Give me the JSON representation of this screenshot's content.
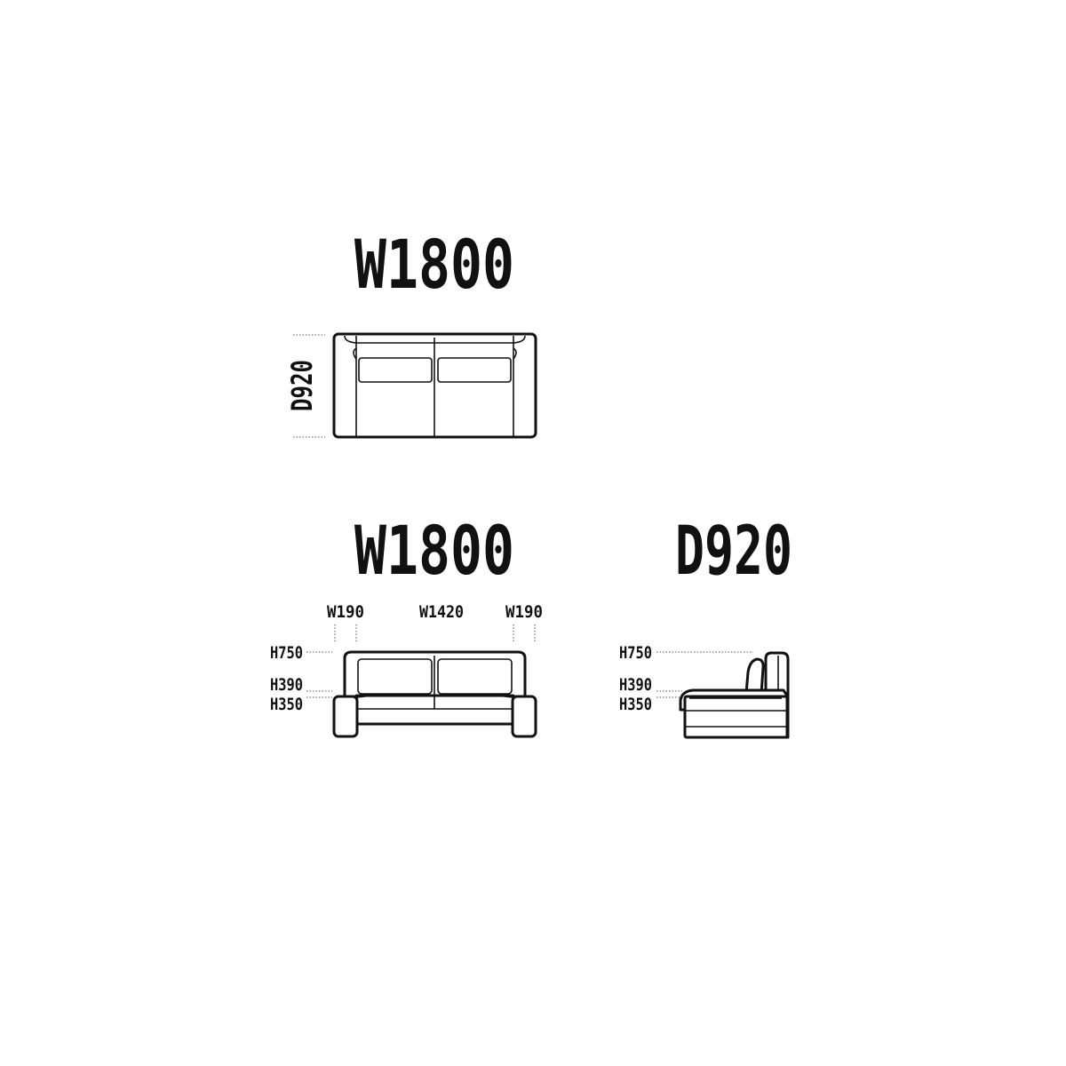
{
  "top_view": {
    "width_label": "W1800",
    "depth_label": "D920"
  },
  "front_view": {
    "width_label": "W1800",
    "arm_left_label": "W190",
    "seat_width_label": "W1420",
    "arm_right_label": "W190",
    "height_total_label": "H750",
    "height_arm_label": "H390",
    "height_seat_label": "H350"
  },
  "side_view": {
    "depth_label": "D920",
    "height_total_label": "H750",
    "height_arm_label": "H390",
    "height_seat_label": "H350"
  },
  "colors": {
    "line": "#111111",
    "background": "#ffffff"
  }
}
